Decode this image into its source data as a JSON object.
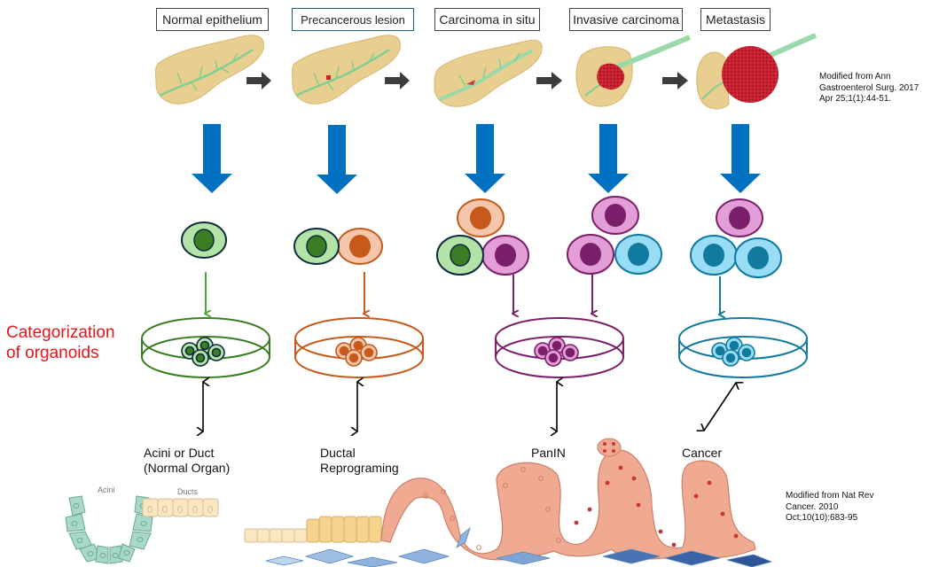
{
  "stages": [
    {
      "label": "Normal epithelium"
    },
    {
      "label": "Precancerous lesion"
    },
    {
      "label": "Carcinoma in situ"
    },
    {
      "label": "Invasive carcinoma"
    },
    {
      "label": "Metastasis"
    }
  ],
  "reference_top": {
    "lines": [
      "Modified from Ann",
      "Gastroenterol Surg. 2017",
      "Apr 25;1(1):44-51."
    ]
  },
  "reference_bottom": {
    "lines": [
      "Modified from Nat Rev",
      "Cancer. 2010",
      "Oct;10(10):683-95"
    ]
  },
  "categorization_label": {
    "lines": [
      "Categorization",
      "of organoids"
    ]
  },
  "organoid_categories": [
    {
      "lines": [
        "Acini or Duct",
        "(Normal Organ)"
      ],
      "color": "#3a7d22"
    },
    {
      "lines": [
        "Ductal",
        "Reprograming"
      ],
      "color": "#c55a1a"
    },
    {
      "lines": [
        "PanIN"
      ],
      "color": "#7b1f6a"
    },
    {
      "lines": [
        "Cancer"
      ],
      "color": "#117a9e"
    }
  ],
  "inset_labels": {
    "acini": "Acini",
    "ducts": "Ducts"
  },
  "colors": {
    "big_arrow": "#0070c0",
    "progression_arrow": "#3c3c3c",
    "normal_cell_fill": "#b3e3a6",
    "normal_nucleus": "#3a7d22",
    "precancer_cell_fill": "#f5c6ac",
    "precancer_nucleus": "#c55a1a",
    "panin_cell_fill": "#e39ed8",
    "panin_nucleus": "#7b1f6a",
    "cancer_cell_fill": "#98dcf5",
    "cancer_nucleus": "#117a9e",
    "categorization_text": "#e8141b"
  }
}
